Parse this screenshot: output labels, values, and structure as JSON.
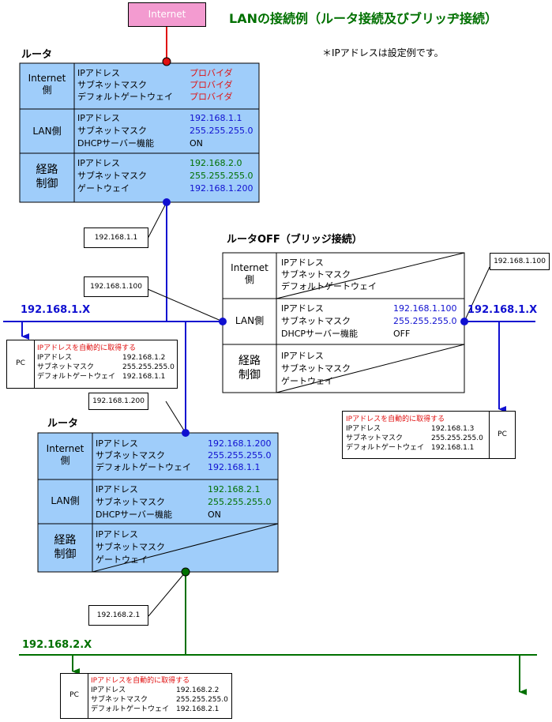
{
  "title": "LANの接続例（ルータ接続及びブリッヂ接続）",
  "note": "＊IPアドレスは設定例です。",
  "internet_label": "Internet",
  "colors": {
    "blue": "#1010d0",
    "green": "#007000",
    "red": "#e01010",
    "router_fill": "#9fcdfa",
    "internet_fill": "#f39bd0"
  },
  "router1": {
    "label": "ルータ",
    "internet_side": {
      "title": "Internet\n側",
      "rows": [
        {
          "k": "IPアドレス",
          "v": "プロバイダ"
        },
        {
          "k": "サブネットマスク",
          "v": "プロバイダ"
        },
        {
          "k": "デフォルトゲートウェイ",
          "v": "プロバイダ"
        }
      ]
    },
    "lan_side": {
      "title": "LAN側",
      "rows": [
        {
          "k": "IPアドレス",
          "v": "192.168.1.1"
        },
        {
          "k": "サブネットマスク",
          "v": "255.255.255.0"
        },
        {
          "k": "DHCPサーバー機能",
          "v": "ON"
        }
      ]
    },
    "routing": {
      "title": "経路\n制御",
      "rows": [
        {
          "k": "IPアドレス",
          "v": "192.168.2.0"
        },
        {
          "k": "サブネットマスク",
          "v": "255.255.255.0"
        },
        {
          "k": "ゲートウェイ",
          "v": "192.168.1.200"
        }
      ]
    }
  },
  "bridge": {
    "label": "ルータOFF（ブリッジ接続）",
    "internet_side": {
      "title": "Internet\n側",
      "rows": [
        {
          "k": "IPアドレス"
        },
        {
          "k": "サブネットマスク"
        },
        {
          "k": "デフォルトゲートウェイ"
        }
      ]
    },
    "lan_side": {
      "title": "LAN側",
      "rows": [
        {
          "k": "IPアドレス",
          "v": "192.168.1.100"
        },
        {
          "k": "サブネットマスク",
          "v": "255.255.255.0"
        },
        {
          "k": "DHCPサーバー機能",
          "v": "OFF"
        }
      ]
    },
    "routing": {
      "title": "経路\n制御",
      "rows": [
        {
          "k": "IPアドレス"
        },
        {
          "k": "サブネットマスク"
        },
        {
          "k": "ゲートウェイ"
        }
      ]
    }
  },
  "router2": {
    "label": "ルータ",
    "internet_side": {
      "title": "Internet\n側",
      "rows": [
        {
          "k": "IPアドレス",
          "v": "192.168.1.200"
        },
        {
          "k": "サブネットマスク",
          "v": "255.255.255.0"
        },
        {
          "k": "デフォルトゲートウェイ",
          "v": "192.168.1.1"
        }
      ]
    },
    "lan_side": {
      "title": "LAN側",
      "rows": [
        {
          "k": "IPアドレス",
          "v": "192.168.2.1"
        },
        {
          "k": "サブネットマスク",
          "v": "255.255.255.0"
        },
        {
          "k": "DHCPサーバー機能",
          "v": "ON"
        }
      ]
    },
    "routing": {
      "title": "経路\n制御",
      "rows": [
        {
          "k": "IPアドレス"
        },
        {
          "k": "サブネットマスク"
        },
        {
          "k": "ゲートウェイ"
        }
      ]
    }
  },
  "networks": {
    "net1_left": "192.168.1.X",
    "net1_right": "192.168.1.X",
    "net2": "192.168.2.X"
  },
  "callouts": {
    "r1_lan": "192.168.1.1",
    "bridge_lan": "192.168.1.100",
    "bridge_right": "192.168.1.100",
    "r2_wan": "192.168.1.200",
    "r2_lan": "192.168.2.1"
  },
  "pcs": [
    {
      "label": "PC",
      "auto": "IPアドレスを自動的に取得する",
      "rows": [
        {
          "k": "IPアドレス",
          "v": "192.168.1.2"
        },
        {
          "k": "サブネットマスク",
          "v": "255.255.255.0"
        },
        {
          "k": "デフォルトゲートウェイ",
          "v": "192.168.1.1"
        }
      ]
    },
    {
      "label": "PC",
      "auto": "IPアドレスを自動的に取得する",
      "rows": [
        {
          "k": "IPアドレス",
          "v": "192.168.1.3"
        },
        {
          "k": "サブネットマスク",
          "v": "255.255.255.0"
        },
        {
          "k": "デフォルトゲートウェイ",
          "v": "192.168.1.1"
        }
      ]
    },
    {
      "label": "PC",
      "auto": "IPアドレスを自動的に取得する",
      "rows": [
        {
          "k": "IPアドレス",
          "v": "192.168.2.2"
        },
        {
          "k": "サブネットマスク",
          "v": "255.255.255.0"
        },
        {
          "k": "デフォルトゲートウェイ",
          "v": "192.168.2.1"
        }
      ]
    }
  ]
}
